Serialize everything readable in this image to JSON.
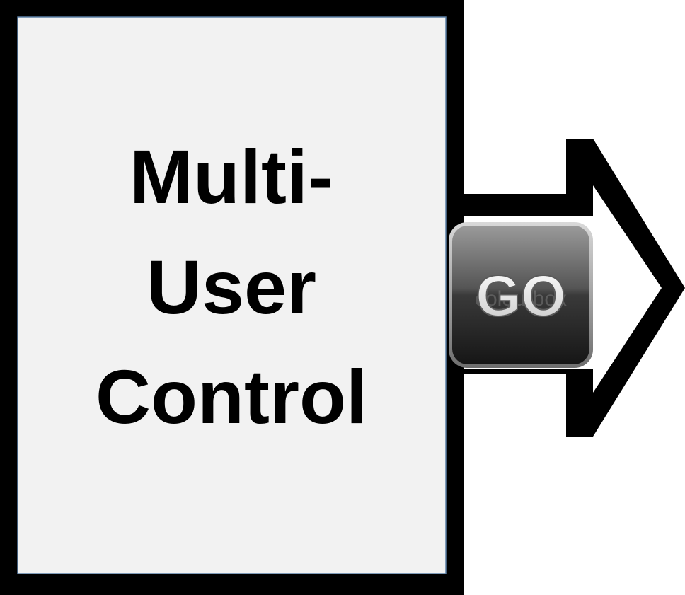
{
  "box": {
    "lines": [
      "Multi-",
      "User",
      "Control"
    ]
  },
  "go_button": {
    "label": "GO",
    "watermark": "colourbox"
  },
  "colors": {
    "outline": "#000000",
    "box_fill": "#f2f2f2",
    "box_inner_edge": "#5b7fa6",
    "button_dark": "#2a2a2a",
    "button_light": "#8c8c8c",
    "go_text": "#e9e9e9"
  }
}
